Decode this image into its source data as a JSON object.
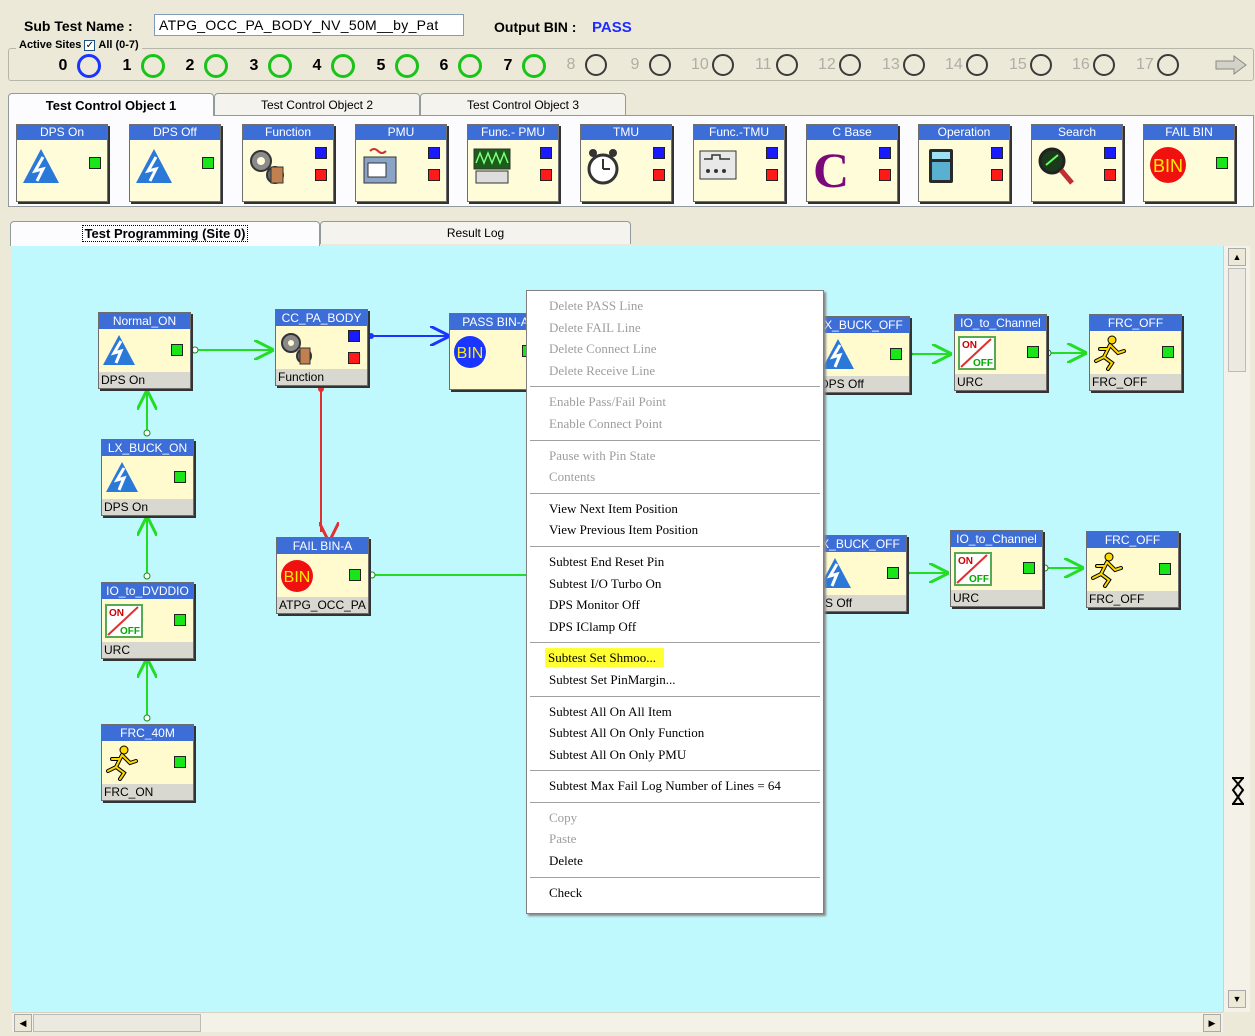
{
  "header": {
    "sub_test_label": "Sub Test Name :",
    "sub_test_name": "ATPG_OCC_PA_BODY_NV_50M__by_Pat",
    "output_bin_label": "Output BIN :",
    "output_bin_value": "PASS"
  },
  "sites": {
    "legend_label": "Active Sites",
    "all_label": "All (0-7)",
    "items": [
      {
        "num": "0",
        "state": "selected"
      },
      {
        "num": "1",
        "state": "active"
      },
      {
        "num": "2",
        "state": "active"
      },
      {
        "num": "3",
        "state": "active"
      },
      {
        "num": "4",
        "state": "active"
      },
      {
        "num": "5",
        "state": "active"
      },
      {
        "num": "6",
        "state": "active"
      },
      {
        "num": "7",
        "state": "active"
      },
      {
        "num": "8",
        "state": "inactive"
      },
      {
        "num": "9",
        "state": "inactive"
      },
      {
        "num": "10",
        "state": "inactive"
      },
      {
        "num": "11",
        "state": "inactive"
      },
      {
        "num": "12",
        "state": "inactive"
      },
      {
        "num": "13",
        "state": "inactive"
      },
      {
        "num": "14",
        "state": "inactive"
      },
      {
        "num": "15",
        "state": "inactive"
      },
      {
        "num": "16",
        "state": "inactive"
      },
      {
        "num": "17",
        "state": "inactive"
      }
    ]
  },
  "control_tabs": [
    "Test Control Object 1",
    "Test Control Object 2",
    "Test Control Object 3"
  ],
  "control_objects": [
    {
      "label": "DPS On",
      "icon": "lightning-icon"
    },
    {
      "label": "DPS Off",
      "icon": "lightning-icon"
    },
    {
      "label": "Function",
      "icon": "gears-icon"
    },
    {
      "label": "PMU",
      "icon": "pmu-icon"
    },
    {
      "label": "Func.- PMU",
      "icon": "waveform-icon"
    },
    {
      "label": "TMU",
      "icon": "clock-icon"
    },
    {
      "label": "Func.-TMU",
      "icon": "meter-icon"
    },
    {
      "label": "C Base",
      "icon": "c-letter-icon"
    },
    {
      "label": "Operation",
      "icon": "calculator-icon"
    },
    {
      "label": "Search",
      "icon": "magnifier-icon"
    },
    {
      "label": "FAIL BIN",
      "icon": "bin-icon"
    }
  ],
  "work_tabs": [
    "Test Programming (Site 0)",
    "Result Log"
  ],
  "flow_nodes": {
    "normal_on": {
      "title": "Normal_ON",
      "sub": "DPS On"
    },
    "lx_buck_on": {
      "title": "LX_BUCK_ON",
      "sub": "DPS On"
    },
    "io_to_dvddio": {
      "title": "IO_to_DVDDIO",
      "sub": "URC"
    },
    "frc_40m": {
      "title": "FRC_40M",
      "sub": "FRC_ON"
    },
    "func": {
      "title": "CC_PA_BODY",
      "sub": "Function"
    },
    "pass_bin": {
      "title": "PASS BIN-A",
      "sub": ""
    },
    "fail_bin": {
      "title": "FAIL BIN-A",
      "sub": "ATPG_OCC_PA"
    },
    "lx_buck_off_1": {
      "title": "X_BUCK_OFF",
      "sub": "DPS Off"
    },
    "io_to_channel_1": {
      "title": "IO_to_Channel",
      "sub": "URC"
    },
    "frc_off_1": {
      "title": "FRC_OFF",
      "sub": "FRC_OFF"
    },
    "lx_buck_off_2": {
      "title": "X_BUCK_OFF",
      "sub": "PS Off"
    },
    "io_to_channel_2": {
      "title": "IO_to_Channel",
      "sub": "URC"
    },
    "frc_off_2": {
      "title": "FRC_OFF",
      "sub": "FRC_OFF"
    }
  },
  "icon_text": {
    "bin": "BIN",
    "on": "ON",
    "off": "OFF"
  },
  "context_menu": [
    {
      "label": "Delete PASS Line",
      "disabled": true
    },
    {
      "label": "Delete FAIL Line",
      "disabled": true
    },
    {
      "label": "Delete Connect Line",
      "disabled": true
    },
    {
      "label": "Delete Receive Line",
      "disabled": true
    },
    {
      "sep": true
    },
    {
      "label": "Enable Pass/Fail Point",
      "disabled": true
    },
    {
      "label": "Enable Connect Point",
      "disabled": true
    },
    {
      "sep": true
    },
    {
      "label": "Pause with Pin State",
      "disabled": true
    },
    {
      "label": "Contents",
      "disabled": true
    },
    {
      "sep": true
    },
    {
      "label": "View Next Item Position",
      "disabled": false
    },
    {
      "label": "View Previous Item Position",
      "disabled": false
    },
    {
      "sep": true
    },
    {
      "label": "Subtest End Reset Pin",
      "disabled": false
    },
    {
      "label": "Subtest I/O Turbo On",
      "disabled": false
    },
    {
      "label": "DPS Monitor Off",
      "disabled": false
    },
    {
      "label": "DPS IClamp Off",
      "disabled": false
    },
    {
      "sep": true
    },
    {
      "label": "Subtest Set Shmoo...",
      "disabled": false,
      "highlight": true
    },
    {
      "label": "Subtest Set PinMargin...",
      "disabled": false
    },
    {
      "sep": true
    },
    {
      "label": "Subtest All On All Item",
      "disabled": false
    },
    {
      "label": "Subtest All On Only Function",
      "disabled": false
    },
    {
      "label": "Subtest All On Only PMU",
      "disabled": false
    },
    {
      "sep": true
    },
    {
      "label": "Subtest Max Fail Log Number of Lines = 64",
      "disabled": false
    },
    {
      "sep": true
    },
    {
      "label": "Copy",
      "disabled": true
    },
    {
      "label": "Paste",
      "disabled": true
    },
    {
      "label": "Delete",
      "disabled": false
    },
    {
      "sep": true
    },
    {
      "label": "Check",
      "disabled": false
    }
  ],
  "colors": {
    "canvas_bg": "#bff8fd",
    "node_title": "#3d6ed8",
    "pass_line": "#1a35ff",
    "fail_line": "#e03030",
    "connect_line": "#22dd22",
    "highlight": "#ffff33"
  }
}
